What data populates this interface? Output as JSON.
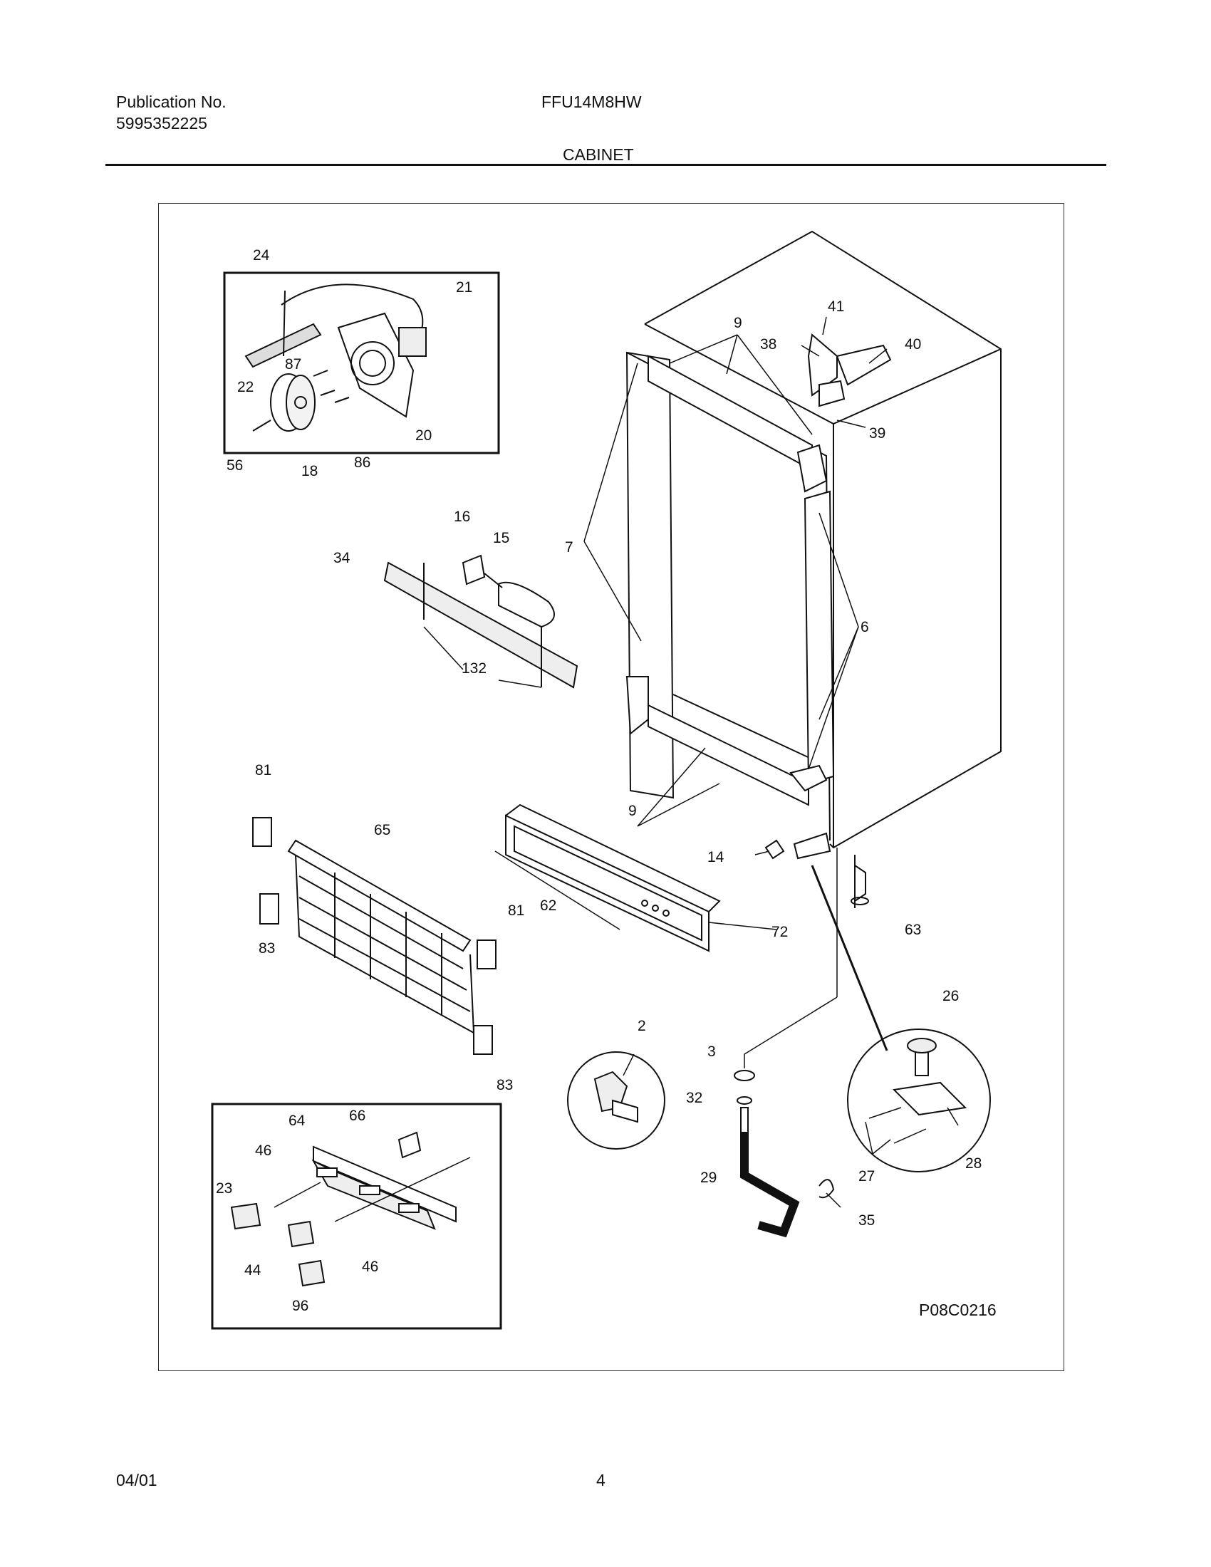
{
  "header": {
    "publication_label": "Publication No.",
    "publication_number": "5995352225",
    "model": "FFU14M8HW",
    "section": "CABINET"
  },
  "diagram": {
    "drawing_code": "P08C0216",
    "callouts": {
      "c24": "24",
      "c21": "21",
      "c22": "22",
      "c87": "87",
      "c20": "20",
      "c56": "56",
      "c18": "18",
      "c86": "86",
      "c16": "16",
      "c15": "15",
      "c34": "34",
      "c132": "132",
      "c41": "41",
      "c9top": "9",
      "c38": "38",
      "c40": "40",
      "c39": "39",
      "c7": "7",
      "c6": "6",
      "c9bot": "9",
      "c81top": "81",
      "c65": "65",
      "c83left": "83",
      "c81right": "81",
      "c83bot": "83",
      "c62": "62",
      "c72": "72",
      "c14": "14",
      "c63": "63",
      "c2": "2",
      "c3": "3",
      "c32": "32",
      "c29": "29",
      "c35": "35",
      "c26": "26",
      "c27": "27",
      "c28": "28",
      "c64": "64",
      "c66": "66",
      "c46a": "46",
      "c23": "23",
      "c44": "44",
      "c46b": "46",
      "c96": "96"
    }
  },
  "footer": {
    "date": "04/01",
    "page": "4"
  }
}
